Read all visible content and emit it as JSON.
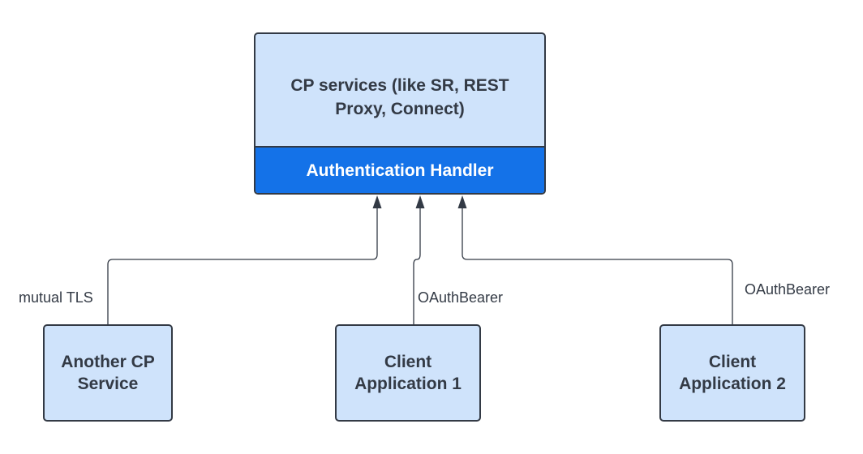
{
  "service": {
    "title": "CP services (like SR, REST Proxy, Connect)",
    "auth_handler": "Authentication Handler"
  },
  "clients": [
    {
      "label": "Another CP Service",
      "connection": "mutual TLS"
    },
    {
      "label": "Client Application 1",
      "connection": "OAuthBearer"
    },
    {
      "label": "Client Application 2",
      "connection": "OAuthBearer"
    }
  ],
  "colors": {
    "box_fill": "#cfe3fb",
    "box_border": "#333a45",
    "auth_fill": "#1472e8",
    "text": "#333a45",
    "connector": "#333a45"
  }
}
